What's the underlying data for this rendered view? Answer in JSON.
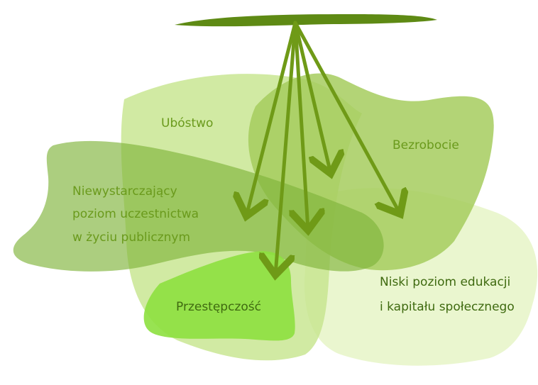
{
  "diagram": {
    "labels": {
      "ubostwo": "Ubóstwo",
      "bezrobocie": "Bezrobocie",
      "niewystarczajacy_line1": "Niewystarczający",
      "niewystarczajacy_line2": "poziom  uczestnictwa",
      "niewystarczajacy_line3": "w życiu publicznym",
      "przestepczosc": "Przestępczość",
      "edukacja_line1": "Niski poziom edukacji",
      "edukacja_line2": "i kapitału społecznego"
    },
    "colors": {
      "arrow": "#6f9a17",
      "blade": "#5e8a14",
      "ubostwo_blob": "#c5e58c",
      "bezrobocie_blob": "#a6cc5e",
      "participation_blob": "#7fb43a",
      "crime_blob": "#8de03f",
      "education_blob": "#e6f5c7"
    }
  }
}
